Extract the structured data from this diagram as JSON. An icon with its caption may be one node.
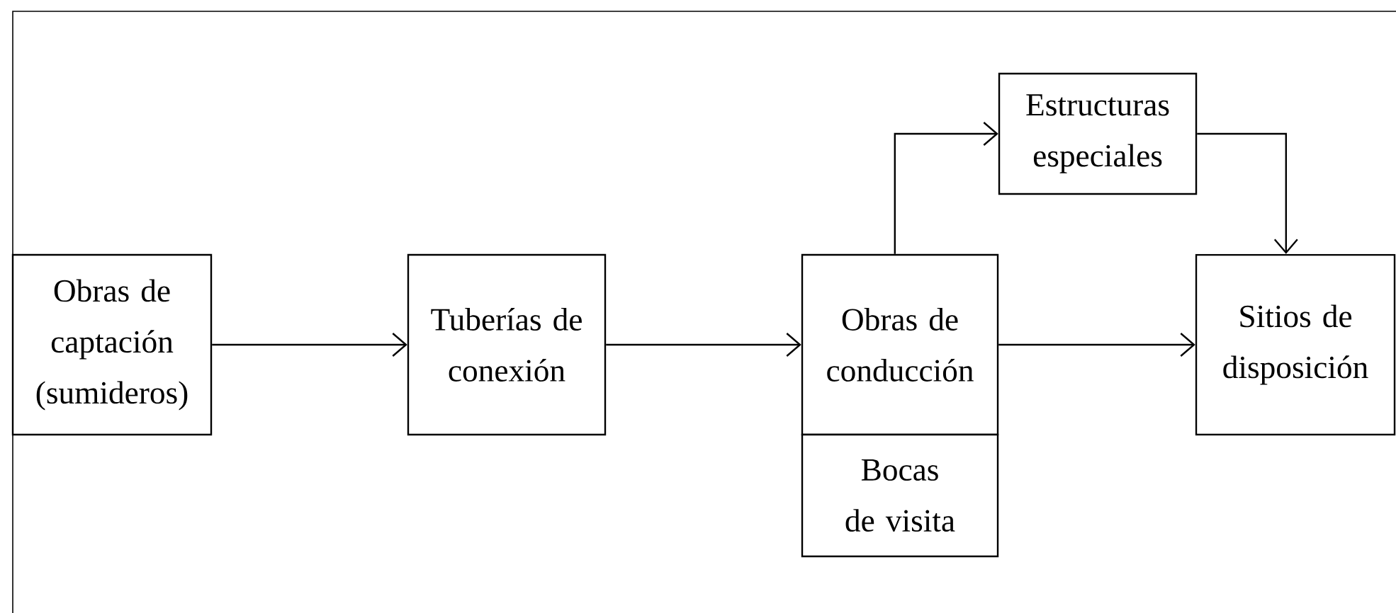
{
  "diagram": {
    "nodes": [
      {
        "text": [
          "Obras de captación (sumideros)"
        ]
      },
      {
        "text": [
          "Tuberías de conexión"
        ]
      },
      {
        "text": [
          "Obras de conducción"
        ]
      },
      {
        "text": [
          "Bocas de visita"
        ]
      },
      {
        "text": [
          "Estructuras especiales"
        ]
      },
      {
        "text": [
          "Sitios de disposición"
        ]
      }
    ],
    "edges": [
      {
        "from": 0,
        "to": 1,
        "arrow": "to"
      },
      {
        "from": 1,
        "to": 2,
        "arrow": "to"
      },
      {
        "from": 2,
        "to": 5,
        "arrow": "to"
      },
      {
        "from": 2,
        "to": 4,
        "arrow": "to"
      },
      {
        "from": 4,
        "to": 5,
        "arrow": "to"
      }
    ]
  }
}
